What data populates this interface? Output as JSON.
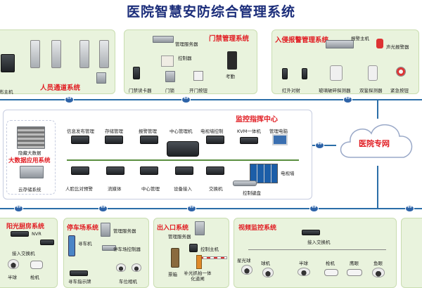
{
  "title": "医院智慧安防综合管理系统",
  "cloud_label": "医院专网",
  "personnel_channel": {
    "title": "人员通道系统",
    "left_label": "布主机"
  },
  "access_control": {
    "title": "门禁管理系统",
    "labels": [
      "管理服务器",
      "控制器",
      "考勤",
      "门禁读卡器",
      "门锁",
      "开门按钮"
    ]
  },
  "intrusion_alarm": {
    "title": "入侵报警管理系统",
    "labels": [
      "报警主机",
      "声光报警器",
      "红外对射",
      "玻璃破碎探测器",
      "双鉴探测器",
      "紧急按钮"
    ]
  },
  "command_center": {
    "title": "监控指挥中心",
    "top_labels": [
      "信息发布管理",
      "存储管理",
      "报警管理",
      "中心管理机",
      "电视墙控制",
      "KVM一体机",
      "管理电脑"
    ],
    "bottom_labels": [
      "人脸比对预警",
      "流媒体",
      "中心管理",
      "设备接入",
      "交换机",
      "控制键盘"
    ],
    "tv_wall": "电视墙"
  },
  "big_data": {
    "title": "大数据应用系统",
    "labels": [
      "隐藏大数据",
      "云存储系统"
    ]
  },
  "sunshine_kitchen": {
    "title": "阳光厨房系统",
    "labels": [
      "NVR",
      "接入交换机",
      "半球",
      "枪机"
    ]
  },
  "parking": {
    "title": "停车场系统",
    "labels": [
      "管理服务器",
      "寻车机",
      "停车场控制器",
      "寻车指示牌",
      "车位相机"
    ]
  },
  "entrance_exit": {
    "title": "出入口系统",
    "labels": [
      "管理服务器",
      "控制主机",
      "补光抓拍一体化道闸",
      "票箱"
    ]
  },
  "video_surveillance": {
    "title": "视频监控系统",
    "labels": [
      "接入交换机",
      "星光球",
      "球机",
      "半球",
      "枪机",
      "鹰眼",
      "鱼眼"
    ]
  }
}
